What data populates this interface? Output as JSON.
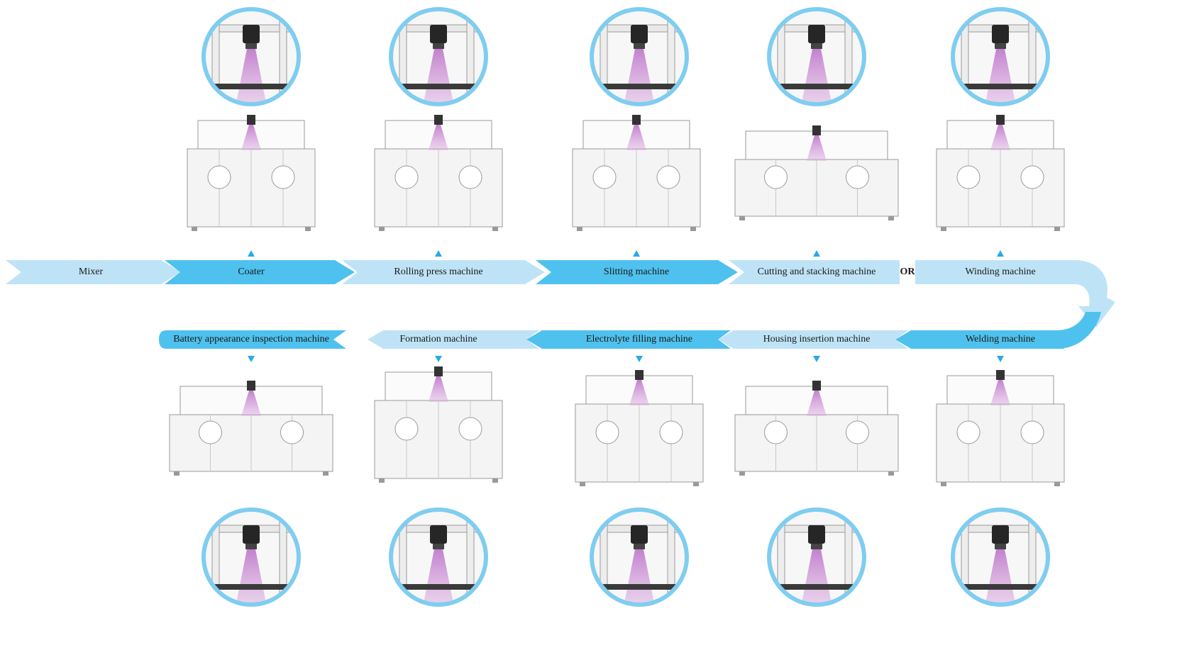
{
  "flow": {
    "row1": [
      {
        "label": "Mixer",
        "tone": "light",
        "has_images": false
      },
      {
        "label": "Coater",
        "tone": "dark",
        "has_images": true
      },
      {
        "label": "Rolling press machine",
        "tone": "light",
        "has_images": true
      },
      {
        "label": "Slitting machine",
        "tone": "dark",
        "has_images": true
      },
      {
        "label": "Cutting and stacking machine",
        "tone": "light",
        "has_images": true
      },
      {
        "label": "Winding machine",
        "tone": "light",
        "has_images": true
      }
    ],
    "or_label": "OR",
    "row2": [
      {
        "label": "Battery appearance inspection machine",
        "tone": "dark"
      },
      {
        "label": "Formation machine",
        "tone": "light"
      },
      {
        "label": "Electrolyte filling machine",
        "tone": "dark"
      },
      {
        "label": "Housing insertion machine",
        "tone": "light"
      },
      {
        "label": "Welding machine",
        "tone": "dark"
      }
    ]
  },
  "colors": {
    "arrow_light": "#bfe3f6",
    "arrow_dark": "#4fc1ee",
    "circle_border": "#7fcdf0",
    "indicator": "#29a9e6",
    "inspection_beam": "#b071b8",
    "machine_stroke": "#9a9a9a"
  }
}
